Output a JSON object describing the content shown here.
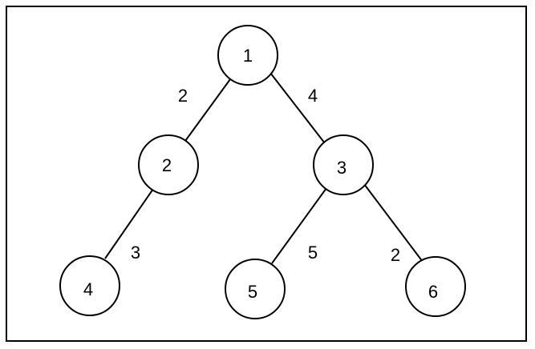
{
  "diagram": {
    "nodes": [
      {
        "id": "1",
        "label": "1"
      },
      {
        "id": "2",
        "label": "2"
      },
      {
        "id": "3",
        "label": "3"
      },
      {
        "id": "4",
        "label": "4"
      },
      {
        "id": "5",
        "label": "5"
      },
      {
        "id": "6",
        "label": "6"
      }
    ],
    "edges": [
      {
        "from": "1",
        "to": "2",
        "weight": "2"
      },
      {
        "from": "1",
        "to": "3",
        "weight": "4"
      },
      {
        "from": "2",
        "to": "4",
        "weight": "3"
      },
      {
        "from": "3",
        "to": "5",
        "weight": "5"
      },
      {
        "from": "3",
        "to": "6",
        "weight": "2"
      }
    ]
  }
}
